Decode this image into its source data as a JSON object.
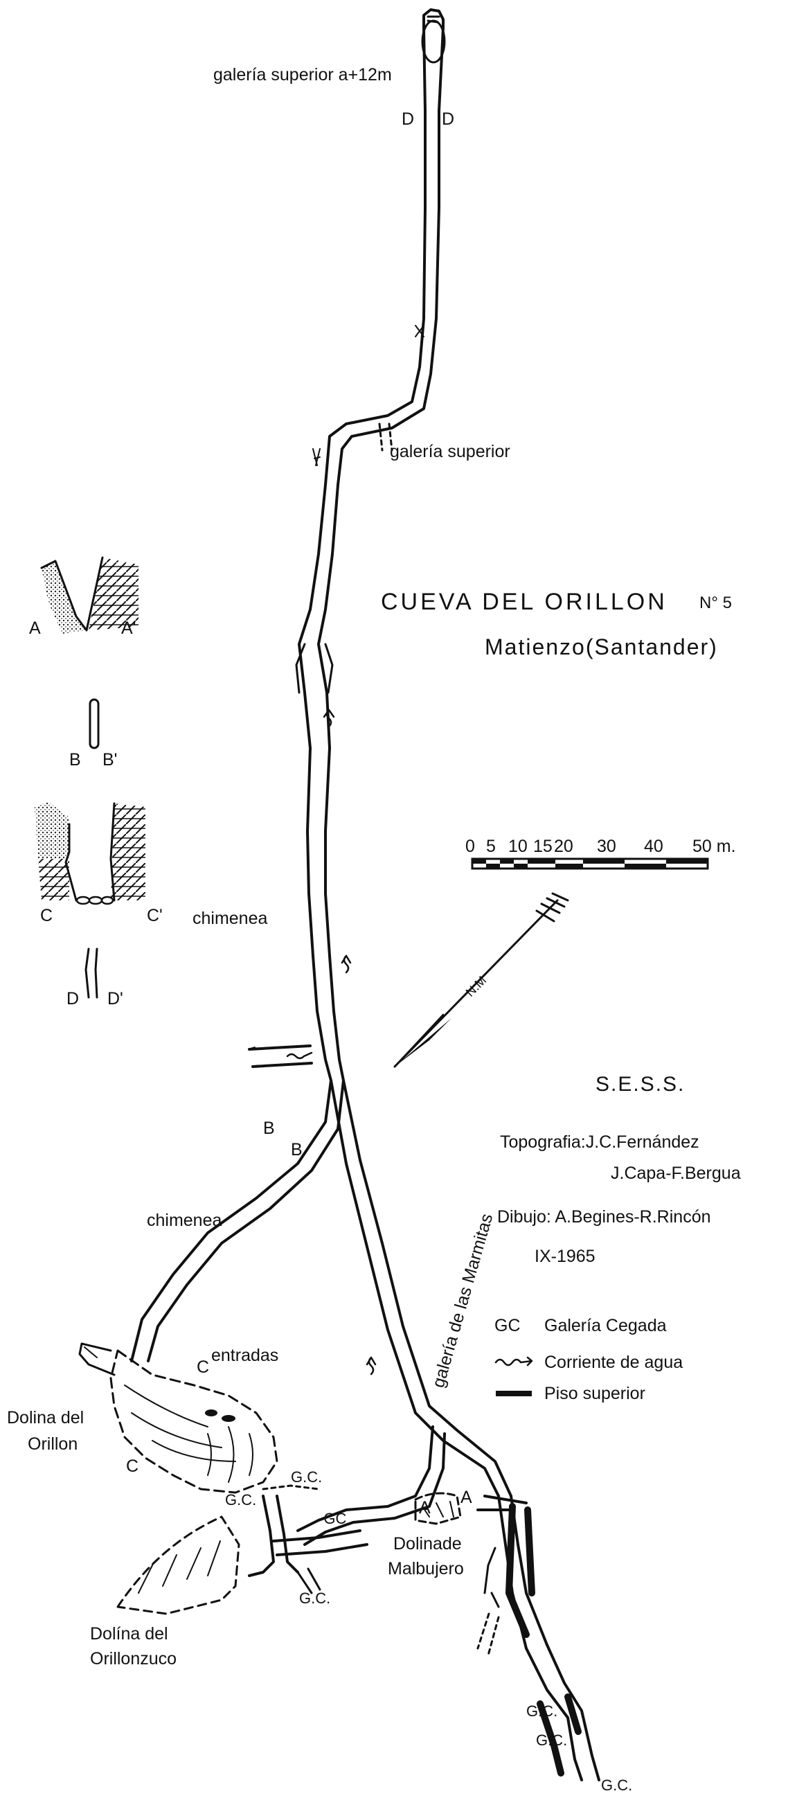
{
  "map": {
    "title": "CUEVA DEL ORILLON",
    "number": "N° 5",
    "location": "Matienzo(Santander)",
    "north_label": "N.M",
    "scale": {
      "ticks": [
        "0",
        "5",
        "10",
        "15",
        "20",
        "30",
        "40",
        "50 m."
      ]
    },
    "credits": {
      "org": "S.E.S.S.",
      "topography_line1": "Topografia:J.C.Fernández",
      "topography_line2": "J.Capa-F.Bergua",
      "drawing": "Dibujo: A.Begines-R.Rincón",
      "date": "IX-1965"
    },
    "legend": [
      {
        "symbol": "GC",
        "label": "Galería Cegada"
      },
      {
        "symbol": "stream-arrow-icon",
        "label": "Corriente de agua"
      },
      {
        "symbol": "bold-line-icon",
        "label": "Piso superior"
      }
    ],
    "labels": {
      "upper_gallery_12m": "galería superior a+12m",
      "upper_gallery": "galería superior",
      "chimney_1": "chimenea",
      "chimney_2": "chimenea",
      "marmitas": "galería de las Marmitas",
      "entrances": "entradas",
      "dolina_orillon": [
        "Dolina del",
        "Orillon"
      ],
      "dolina_orillonzuco": [
        "Dolína del",
        "Orillonzuco"
      ],
      "dolina_malbujero": [
        "Dolinade",
        "Malbujero"
      ],
      "gc_labels": [
        "G.C.",
        "G.C.",
        "-GC",
        "G.C.",
        "G.C.",
        "G.C.",
        "G.C."
      ]
    },
    "section_letters": {
      "A": "A",
      "A_prime": "A'",
      "B": "B",
      "B_prime": "B'",
      "C": "C",
      "C_prime": "C'",
      "D": "D",
      "D_prime": "D'",
      "plan_D": "D",
      "plan_D2": "D",
      "plan_B": "B",
      "plan_B2": "B",
      "plan_C": "C",
      "plan_C2": "C",
      "plan_A": "A",
      "plan_A2": "A"
    }
  }
}
